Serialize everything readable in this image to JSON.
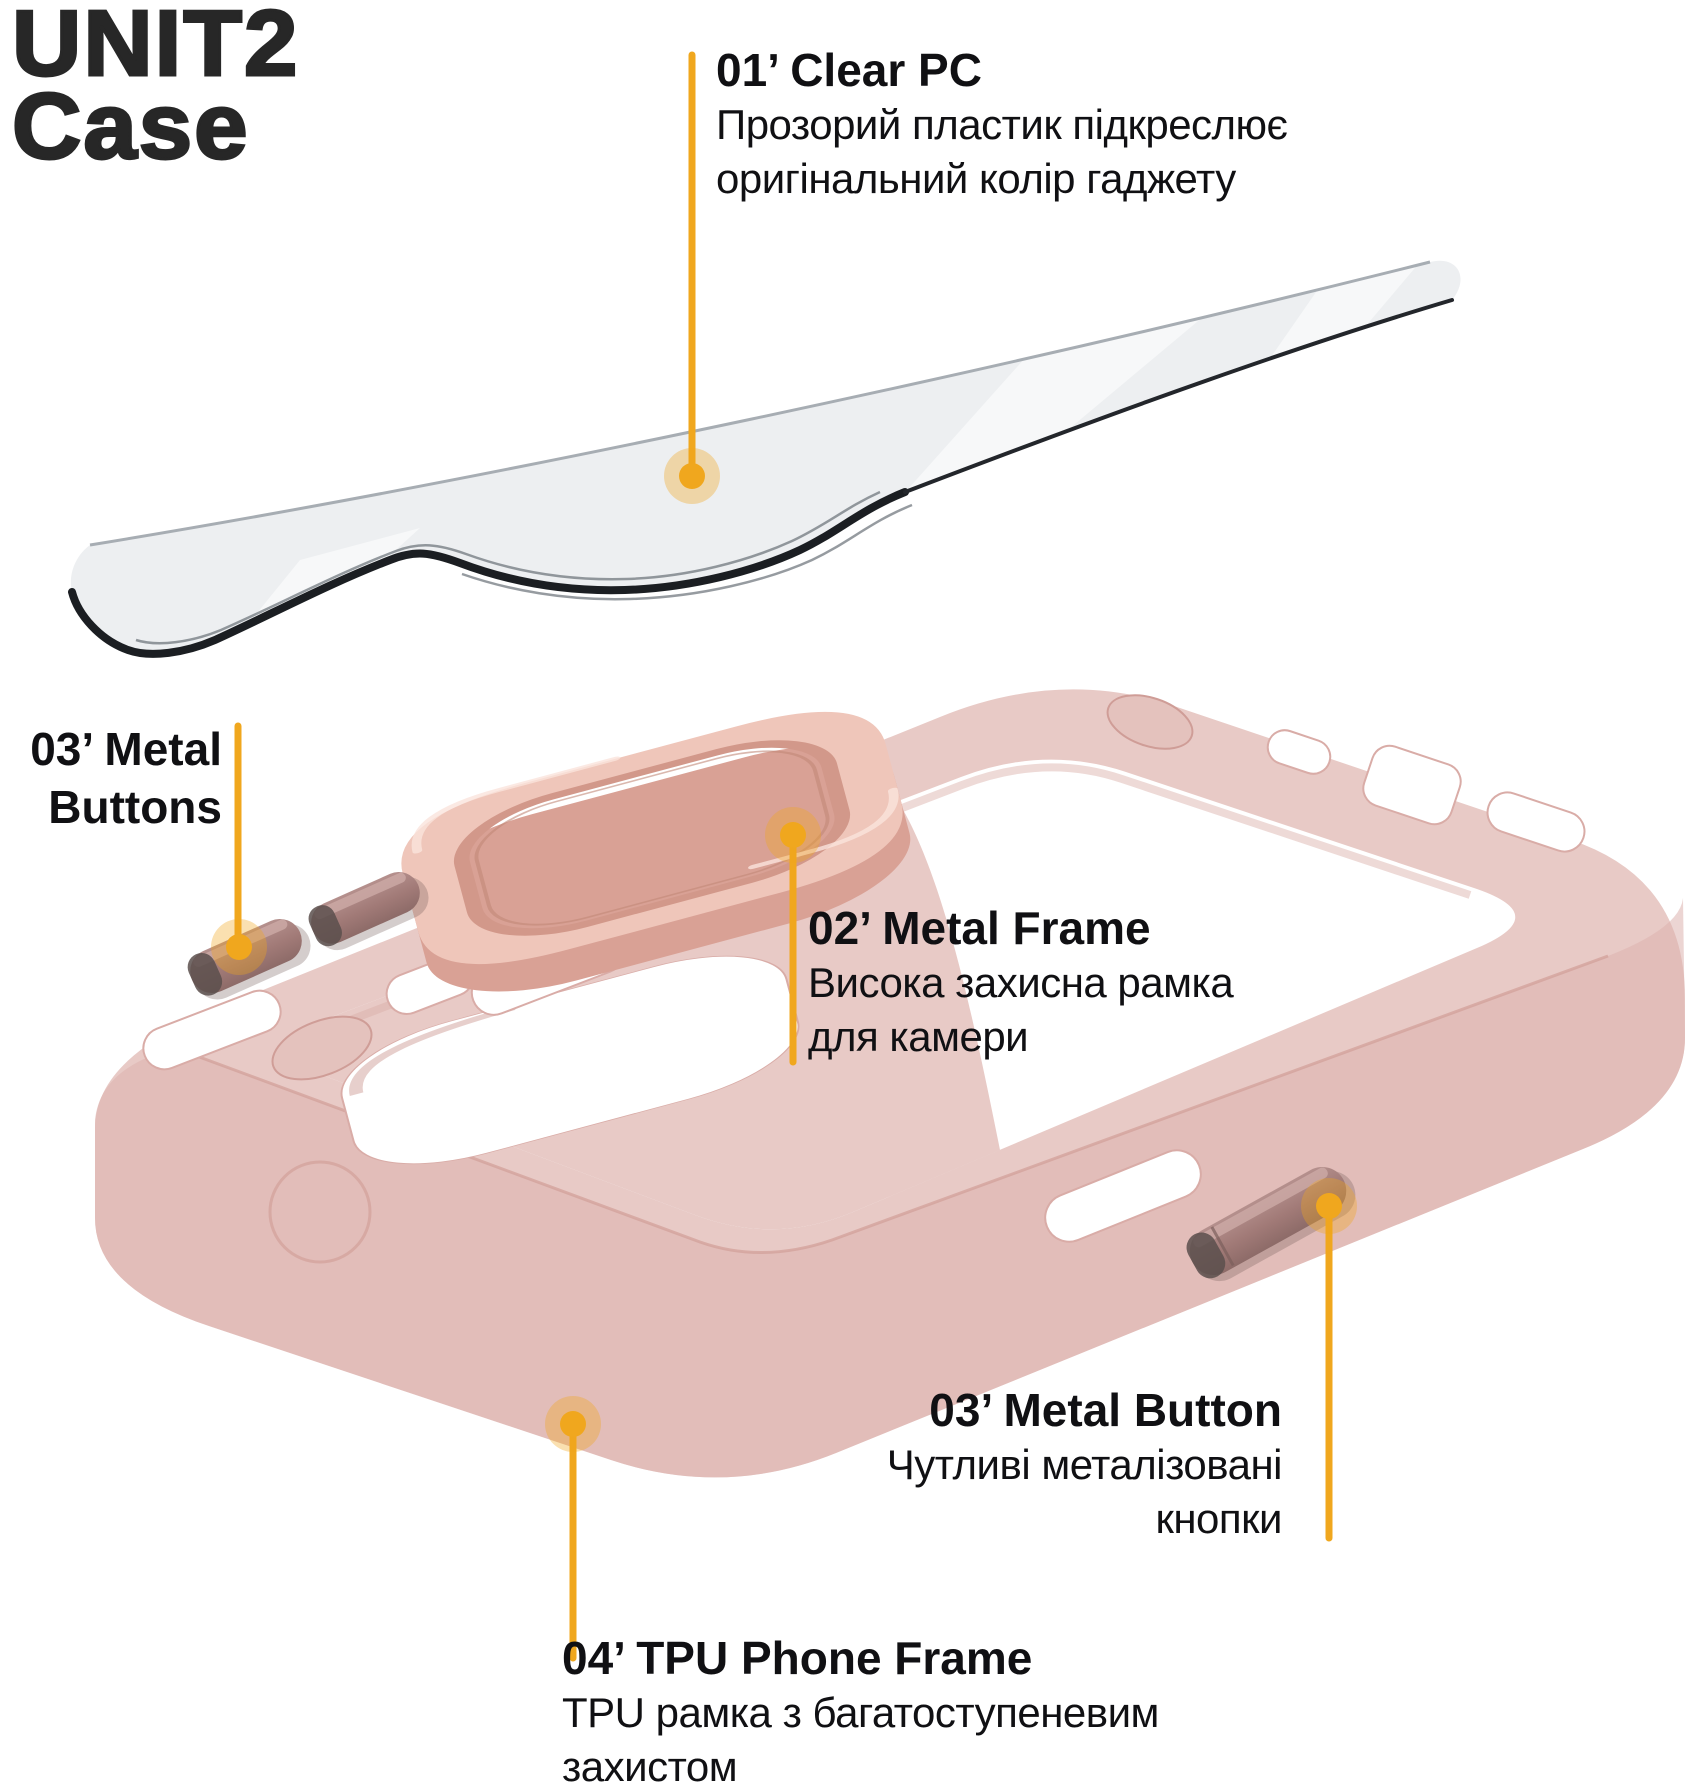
{
  "logo": {
    "line1": "UNIT2",
    "line2": "Case"
  },
  "callouts": {
    "clear_pc": {
      "title": "01’ Clear PC",
      "body1": "Прозорий пластик підкреслює",
      "body2": "оригінальний колір гаджету"
    },
    "metal_frame": {
      "title": "02’ Metal Frame",
      "body1": "Висока захисна рамка",
      "body2": "для камери"
    },
    "metal_buttons_left": {
      "title_line1": "03’ Metal",
      "title_line2": "Buttons"
    },
    "metal_button_right": {
      "title": "03’ Metal Button",
      "body1": "Чутливі металізовані",
      "body2": "кнопки"
    },
    "tpu_frame": {
      "title": "04’ TPU Phone Frame",
      "body1": "TPU рамка з багатоступеневим",
      "body2": "захистом"
    }
  },
  "colors": {
    "accent": "#F0A71E",
    "case_pink": "#E8CAC6",
    "case_pink_dark": "#DCB3AE",
    "camera_ring": "#EFC6BA",
    "button_metal": "#A17A77",
    "glass": "#EDEFF1",
    "glass_edge": "#1B1E22",
    "text": "#101013",
    "logo": "#272727",
    "background": "#FFFFFF"
  }
}
